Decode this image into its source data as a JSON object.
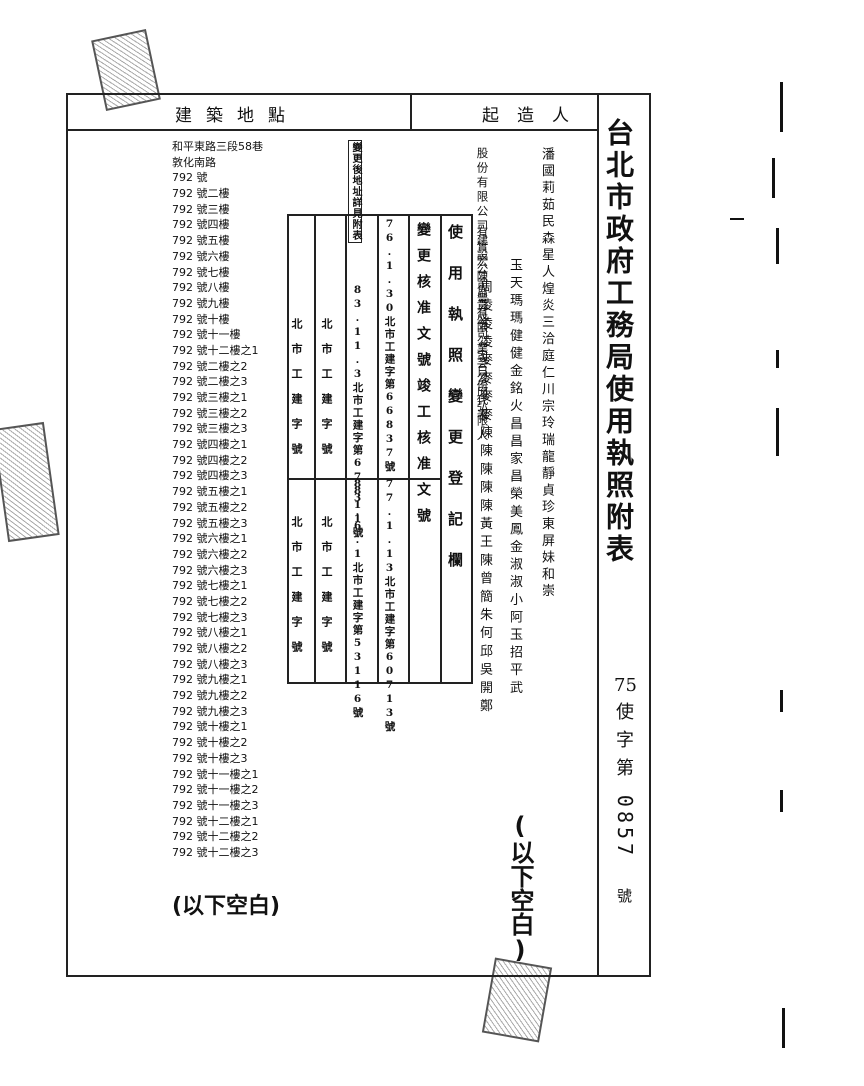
{
  "title": "台北市政府工務局使用執照附表",
  "license_no": {
    "year": "75",
    "prefix": "使字第",
    "number": "0857",
    "suffix": "號"
  },
  "headers": {
    "location": "建築地點",
    "owner": "起造人"
  },
  "addresses": [
    "和平東路三段58巷",
    "敦化南路",
    "792 號",
    "792 號二樓",
    "792 號三樓",
    "792 號四樓",
    "792 號五樓",
    "792 號六樓",
    "792 號七樓",
    "792 號八樓",
    "792 號九樓",
    "792 號十樓",
    "792 號十一樓",
    "792 號十二樓之1",
    "792 號二樓之2",
    "792 號二樓之3",
    "792 號三樓之1",
    "792 號三樓之2",
    "792 號三樓之3",
    "792 號四樓之1",
    "792 號四樓之2",
    "792 號四樓之3",
    "792 號五樓之1",
    "792 號五樓之2",
    "792 號五樓之3",
    "792 號六樓之1",
    "792 號六樓之2",
    "792 號六樓之3",
    "792 號七樓之1",
    "792 號七樓之2",
    "792 號七樓之3",
    "792 號八樓之1",
    "792 號八樓之2",
    "792 號八樓之3",
    "792 號九樓之1",
    "792 號九樓之2",
    "792 號九樓之3",
    "792 號十樓之1",
    "792 號十樓之2",
    "792 號十樓之3",
    "792 號十一樓之1",
    "792 號十一樓之2",
    "792 號十一樓之3",
    "792 號十二樓之1",
    "792 號十二樓之2",
    "792 號十二樓之3"
  ],
  "addresses_blank": "(以下空白)",
  "owners_col1": [
    "股份有限公司",
    "建設公司",
    "豐有限公司",
    "日份代表"
  ],
  "owners_col2": [
    "有實宏",
    "陳負責",
    "盛司業",
    "芸公邱",
    "弘限人"
  ],
  "owners": [
    "潘國莉茹民森星人煌炎三洽庭仁川宗玲瑞龍靜貞珍東屏妹和崇",
    "玉天瑪瑪健健金銘火昌昌家昌榮美鳳金淑淑小阿玉招平武",
    "周凌凌凌麥麥麥麥陳陳陳陳陳黃王陳曾簡朱何邱吳開鄭"
  ],
  "owners_blank": "(以下空白)",
  "table": {
    "header": "使用執照變更登記欄",
    "subheader": "變更核准文號竣工核准文號",
    "rows": [
      {
        "change": "76.1.30北市工建字第66837號",
        "done": "77.1.13北市工建字第60713號"
      },
      {
        "change": "83.11.3北市工建字第67811號",
        "done": "83.6.1北市工建字第53116號"
      },
      {
        "change": "北市工建字號",
        "done": "北市工建字號"
      },
      {
        "change": "北市工建字號",
        "done": "北市工建字號"
      }
    ],
    "note": "變更後地址詳見附表"
  },
  "stamps": [
    "stamp-1",
    "stamp-2",
    "stamp-3"
  ]
}
